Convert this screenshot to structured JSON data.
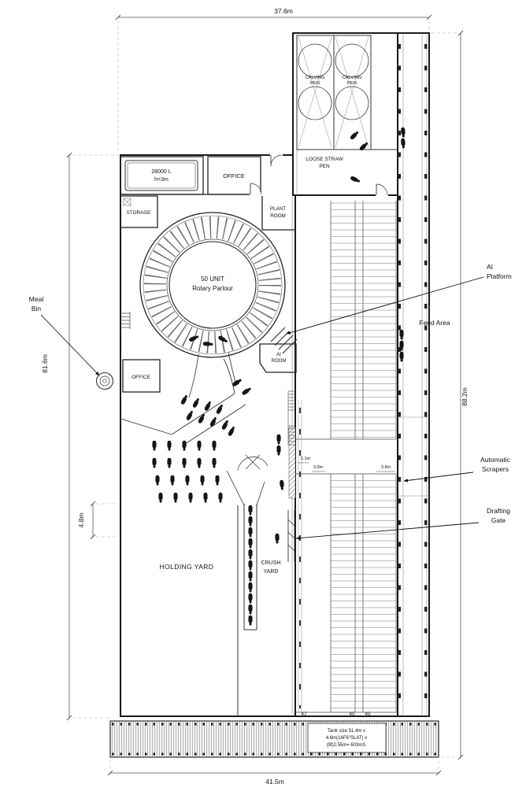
{
  "title": "Dairy unit floor plan",
  "dims": {
    "top": "37.6m",
    "bottom": "41.5m",
    "left": "81.6m",
    "left_lower": "4.8m",
    "right": "88.2m",
    "p1": "2.1m",
    "p2": "3.0m",
    "p3": "3.8m"
  },
  "rooms": {
    "calving1_l1": "CALVING",
    "calving1_l2": "PEN",
    "calving2_l1": "CALVING",
    "calving2_l2": "PEN",
    "straw_l1": "LOOSE STRAW",
    "straw_l2": "PEN",
    "tank_l1": "28000 L",
    "tank_l2": "h=3m",
    "office_top": "OFFICE",
    "storage": "STORAGE",
    "plant_l1": "PLANT",
    "plant_l2": "ROOM",
    "rotary_l1": "50 UNIT",
    "rotary_l2": "Rotary Parlour",
    "ai_l1": "AI",
    "ai_l2": "ROOM",
    "office_left": "OFFICE",
    "holding": "HOLDING YARD",
    "crush_l1": "CRUSH",
    "crush_l2": "YARD"
  },
  "callouts": {
    "meal_l1": "Meal",
    "meal_l2": "Bin",
    "aip_l1": "AI",
    "aip_l2": "Platform",
    "feed": "Feed Area",
    "scr_l1": "Automatic",
    "scr_l2": "Scrapers",
    "draft_l1": "Drafting",
    "draft_l2": "Gate"
  },
  "counts": {
    "n1": "47",
    "n2": "45",
    "n3": "45"
  },
  "tank_note": {
    "l1": "Tank size 51.4m x",
    "l2": "4.6m(16F6\"SLAT) x",
    "l3": "(9f)2.55m= 603m3."
  }
}
